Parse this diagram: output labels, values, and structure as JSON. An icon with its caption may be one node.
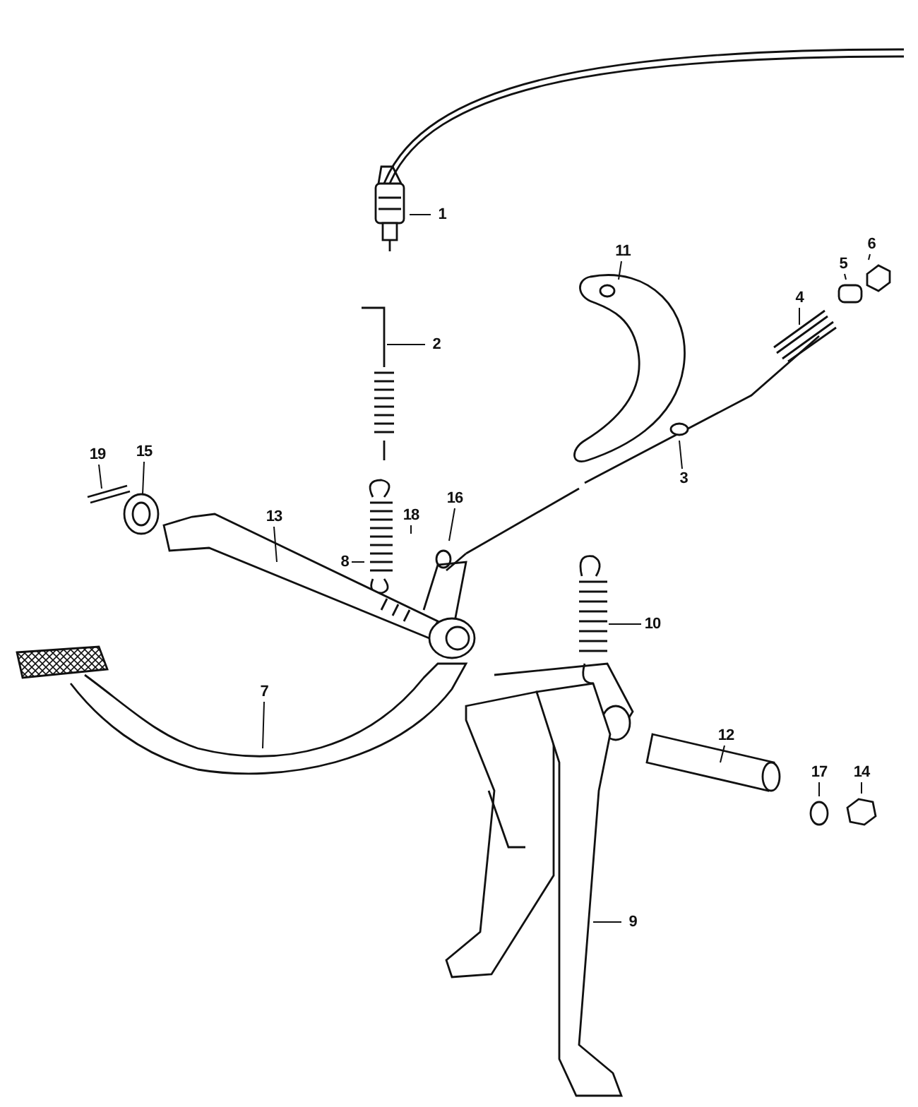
{
  "diagram": {
    "nodes": [
      {
        "text": [
          "1"
        ]
      },
      {
        "text": [
          "6"
        ]
      },
      {
        "text": [
          "11"
        ]
      },
      {
        "text": [
          "5"
        ]
      },
      {
        "text": [
          "4"
        ]
      },
      {
        "text": [
          "2"
        ]
      },
      {
        "text": [
          "15"
        ]
      },
      {
        "text": [
          "19"
        ]
      },
      {
        "text": [
          "3"
        ]
      },
      {
        "text": [
          "16"
        ]
      },
      {
        "text": [
          "13"
        ]
      },
      {
        "text": [
          "18"
        ]
      },
      {
        "text": [
          "8"
        ]
      },
      {
        "text": [
          "10"
        ]
      },
      {
        "text": [
          "7"
        ]
      },
      {
        "text": [
          "12"
        ]
      },
      {
        "text": [
          "17"
        ]
      },
      {
        "text": [
          "14"
        ]
      },
      {
        "text": [
          "9"
        ]
      }
    ],
    "edges": [
      {
        "from": 0,
        "to": null,
        "arrow": "none"
      },
      {
        "from": 1,
        "to": null,
        "arrow": "none"
      },
      {
        "from": 2,
        "to": null,
        "arrow": "none"
      },
      {
        "from": 3,
        "to": null,
        "arrow": "none"
      },
      {
        "from": 4,
        "to": null,
        "arrow": "none"
      },
      {
        "from": 5,
        "to": null,
        "arrow": "none"
      },
      {
        "from": 6,
        "to": null,
        "arrow": "none"
      },
      {
        "from": 7,
        "to": null,
        "arrow": "none"
      },
      {
        "from": 8,
        "to": null,
        "arrow": "none"
      },
      {
        "from": 9,
        "to": null,
        "arrow": "none"
      },
      {
        "from": 10,
        "to": null,
        "arrow": "none"
      },
      {
        "from": 11,
        "to": null,
        "arrow": "none"
      },
      {
        "from": 12,
        "to": null,
        "arrow": "none"
      },
      {
        "from": 13,
        "to": null,
        "arrow": "none"
      },
      {
        "from": 14,
        "to": null,
        "arrow": "none"
      },
      {
        "from": 15,
        "to": null,
        "arrow": "none"
      },
      {
        "from": 16,
        "to": null,
        "arrow": "none"
      },
      {
        "from": 17,
        "to": null,
        "arrow": "none"
      },
      {
        "from": 18,
        "to": null,
        "arrow": "none"
      }
    ]
  }
}
